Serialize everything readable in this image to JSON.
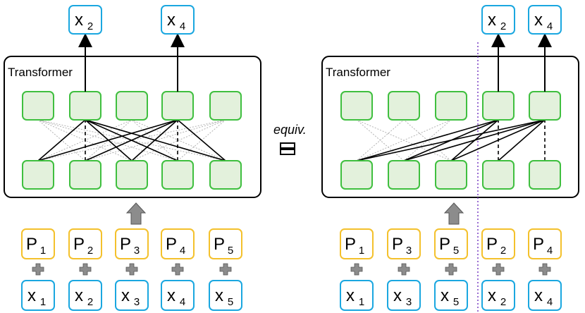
{
  "colors": {
    "cyan": "#1aa7e0",
    "yellow": "#f4c12c",
    "node_stroke": "#3fbf3f",
    "node_fill": "#e3f1dc",
    "arrow_gray": "#8c8c8c",
    "divider": "#7a3fc4",
    "dotted_link": "#b3b3b3"
  },
  "equiv_label": "equiv.",
  "left": {
    "transformer_label": "Transformer",
    "outputs": [
      {
        "base": "x",
        "sub": "2"
      },
      {
        "base": "x",
        "sub": "4"
      }
    ],
    "positions": [
      {
        "base": "P",
        "sub": "1"
      },
      {
        "base": "P",
        "sub": "2"
      },
      {
        "base": "P",
        "sub": "3"
      },
      {
        "base": "P",
        "sub": "4"
      },
      {
        "base": "P",
        "sub": "5"
      }
    ],
    "tokens": [
      {
        "base": "x",
        "sub": "1"
      },
      {
        "base": "x",
        "sub": "2"
      },
      {
        "base": "x",
        "sub": "3"
      },
      {
        "base": "x",
        "sub": "4"
      },
      {
        "base": "x",
        "sub": "5"
      }
    ]
  },
  "right": {
    "transformer_label": "Transformer",
    "outputs": [
      {
        "base": "x",
        "sub": "2"
      },
      {
        "base": "x",
        "sub": "4"
      }
    ],
    "positions": [
      {
        "base": "P",
        "sub": "1"
      },
      {
        "base": "P",
        "sub": "3"
      },
      {
        "base": "P",
        "sub": "5"
      },
      {
        "base": "P",
        "sub": "2"
      },
      {
        "base": "P",
        "sub": "4"
      }
    ],
    "tokens": [
      {
        "base": "x",
        "sub": "1"
      },
      {
        "base": "x",
        "sub": "3"
      },
      {
        "base": "x",
        "sub": "5"
      },
      {
        "base": "x",
        "sub": "2"
      },
      {
        "base": "x",
        "sub": "4"
      }
    ]
  }
}
